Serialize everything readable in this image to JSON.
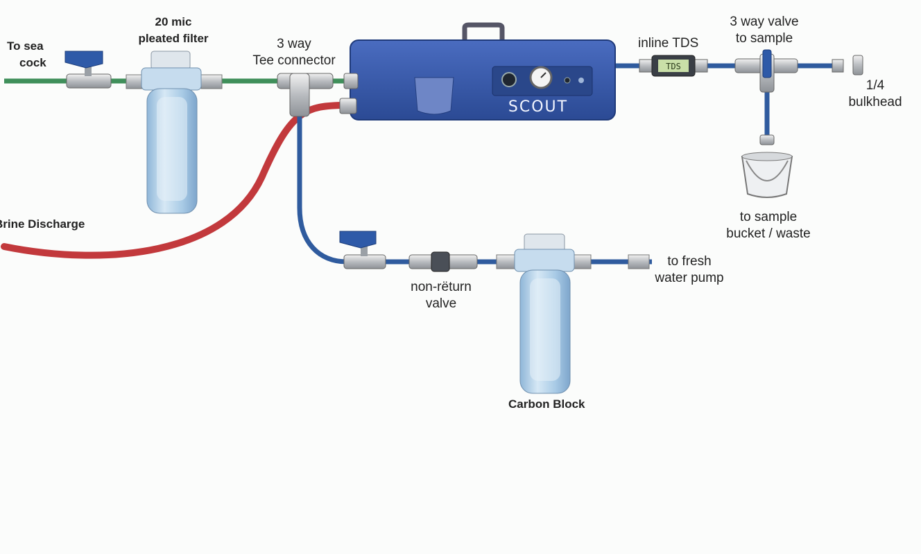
{
  "labels": {
    "sea_cock": [
      "To sea",
      "cock"
    ],
    "pleated_filter": [
      "20 mic",
      "pleated filter"
    ],
    "tee_connector": [
      "3 way",
      "Tee connector"
    ],
    "brine_discharge": "Brine Discharge",
    "inline_tds": "inline TDS",
    "three_way_valve": [
      "3 way valve",
      "to sample"
    ],
    "bulkhead": [
      "1/4",
      "bulkhead"
    ],
    "sample_bucket": [
      "to sample",
      "bucket / waste"
    ],
    "non_return_valve": [
      "non-rëturn",
      "valve"
    ],
    "fresh_water_pump": [
      "to fresh",
      "water pump"
    ],
    "carbon_block": "Carbon Block"
  },
  "unit": {
    "brand": "SCOUT",
    "tds_display": "TDS"
  },
  "colors": {
    "sea_hose": "#3f8f5a",
    "brine_hose": "#c2393c",
    "fresh_tube": "#2f5b9e",
    "unit_body": "#3356a8",
    "filter_housing": "#a9cbe6",
    "valve_handle": "#2e5aa8"
  }
}
